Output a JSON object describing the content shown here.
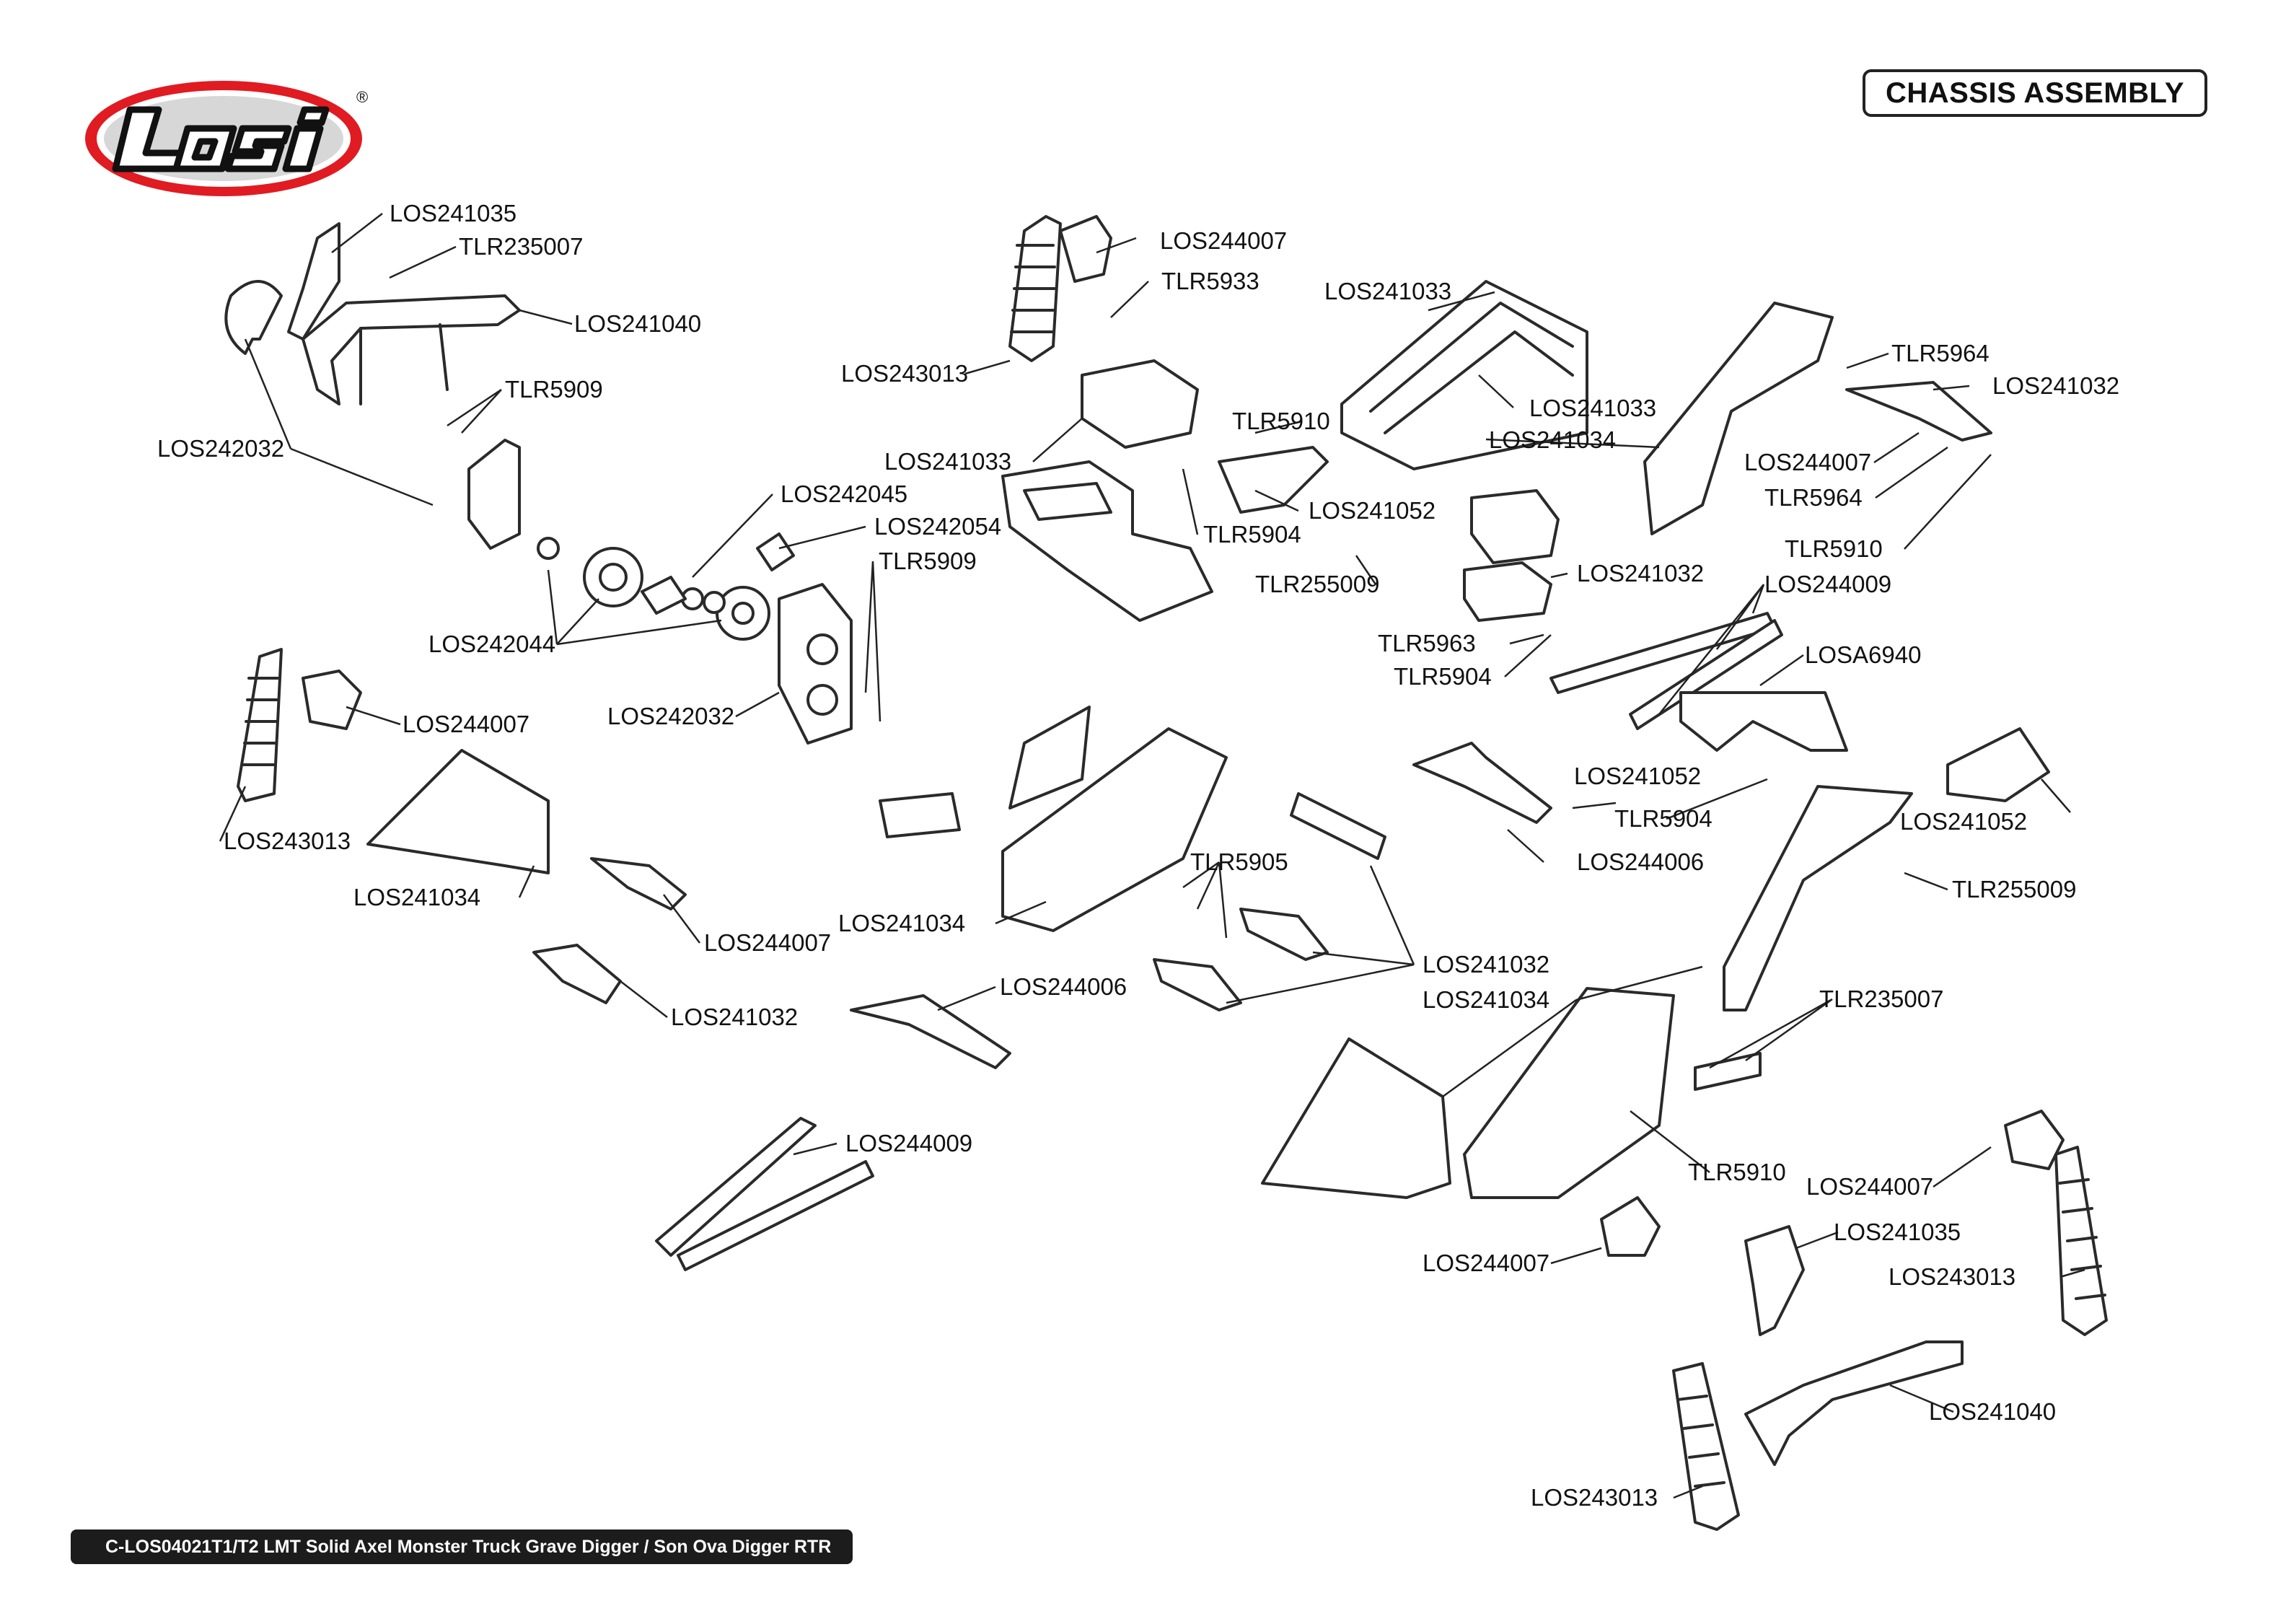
{
  "header": {
    "title": "CHASSIS ASSEMBLY",
    "logo_text": "LOSi",
    "registered_mark": "®"
  },
  "footer": {
    "text": "C-LOS04021T1/T2 LMT Solid Axel Monster Truck Grave Digger / Son Ova Digger RTR"
  },
  "callouts": [
    "LOS241035",
    "TLR235007",
    "LOS241040",
    "TLR5909",
    "LOS242032",
    "LOS244007",
    "TLR5933",
    "LOS243013",
    "LOS241033",
    "LOS241033",
    "LOS241033",
    "LOS241034",
    "TLR5910",
    "LOS241052",
    "TLR5904",
    "LOS242045",
    "LOS242054",
    "TLR5909",
    "LOS242044",
    "LOS242032",
    "TLR255009",
    "LOS241032",
    "TLR5963",
    "TLR5904",
    "LOS244009",
    "LOSA6940",
    "TLR5964",
    "LOS241032",
    "LOS244007",
    "TLR5964",
    "TLR5910",
    "LOS244007",
    "LOS243013",
    "LOS241034",
    "LOS244007",
    "LOS241032",
    "LOS241034",
    "LOS244006",
    "LOS244009",
    "TLR5905",
    "LOS241032",
    "LOS241034",
    "LOS241052",
    "TLR5904",
    "LOS244006",
    "LOS241052",
    "TLR255009",
    "TLR235007",
    "TLR5910",
    "LOS244007",
    "LOS244007",
    "LOS241035",
    "LOS243013",
    "LOS241040",
    "LOS243013"
  ]
}
